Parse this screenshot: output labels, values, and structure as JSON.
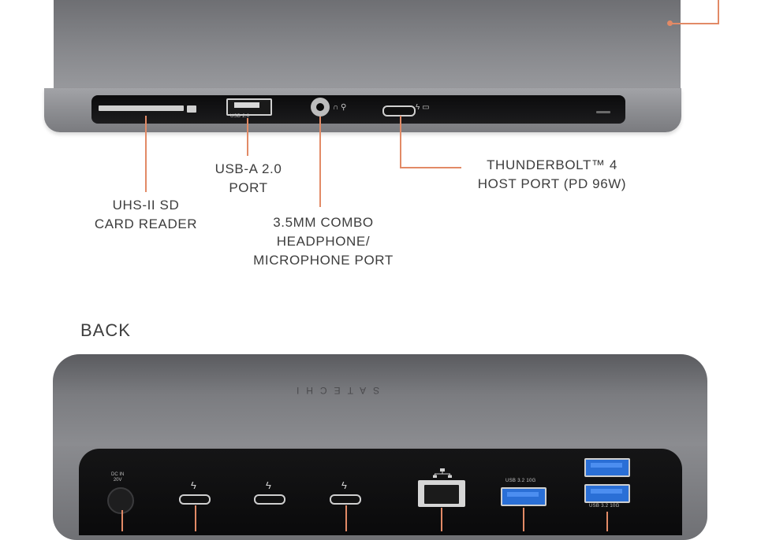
{
  "front": {
    "device": {
      "usba_port_text": "USB 2.0",
      "audio_icons": "∩ ⚲",
      "tb_icons": "ϟ ▭"
    },
    "labels": {
      "sd": [
        "UHS-II SD",
        "CARD READER"
      ],
      "usba": [
        "USB-A 2.0",
        "PORT"
      ],
      "audio": [
        "3.5MM COMBO",
        "HEADPHONE/",
        "MICROPHONE PORT"
      ],
      "tb": [
        "THUNDERBOLT™ 4",
        "HOST PORT (PD 96W)"
      ]
    }
  },
  "back": {
    "section_title": "BACK",
    "brand_logo": "SATECHI",
    "dc_in_label": [
      "DC IN",
      "20V"
    ],
    "usb_port_tag": "USB 3.2  10G",
    "bolt_glyph": "ϟ"
  },
  "colors": {
    "leader_line": "#e28a66",
    "usb3_blue": "#2a6fd6"
  }
}
